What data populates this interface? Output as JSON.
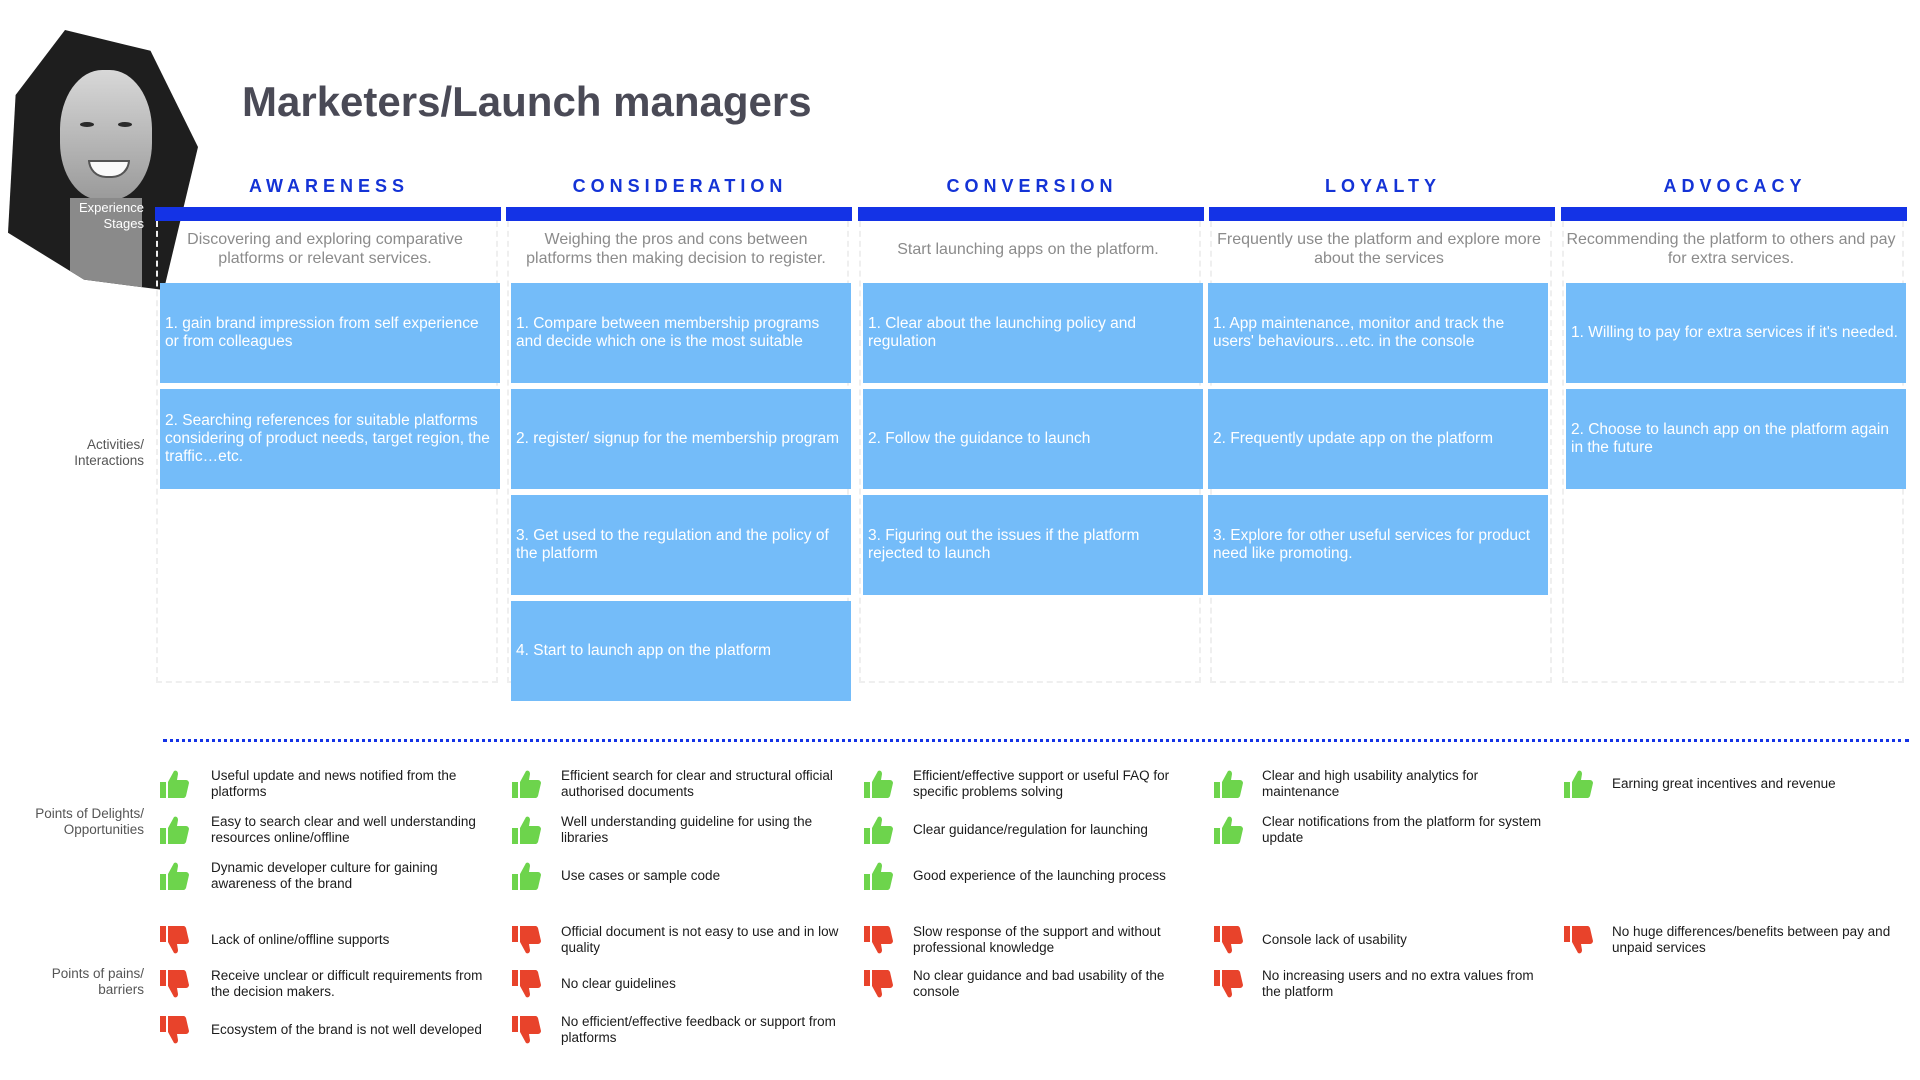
{
  "page_title": "Marketers/Launch managers",
  "row_labels": {
    "stages": "Experience Stages",
    "activities": "Activities/ Interactions",
    "delights": "Points of Delights/ Opportunities",
    "pains": "Points of pains/ barriers"
  },
  "colors": {
    "stage_blue": "#1433e6",
    "card_blue": "#74bcf9",
    "delight_green": "#6dd44c",
    "pain_red": "#e8432b"
  },
  "icons": {
    "delight": "thumbs-up-icon",
    "pain": "thumbs-down-icon"
  },
  "stages": [
    {
      "name": "AWARENESS",
      "description": "Discovering and exploring comparative platforms or relevant services.",
      "activities": [
        "1. gain brand impression from self experience or from colleagues",
        "2. Searching references for suitable platforms considering of product needs, target region, the traffic…etc."
      ],
      "delights": [
        "Useful update and news notified from the platforms",
        "Easy to search clear and well understanding resources online/offline",
        "Dynamic developer culture for gaining awareness of the brand"
      ],
      "pains": [
        "Lack of online/offline supports",
        "Receive unclear or difficult requirements from the decision makers.",
        "Ecosystem of the brand is not well developed"
      ]
    },
    {
      "name": "CONSIDERATION",
      "description": "Weighing the pros and cons between platforms then making decision to register.",
      "activities": [
        "1. Compare between membership programs and decide which one is the most suitable",
        "2. register/ signup for the membership program",
        "3. Get used to the regulation and the policy of the platform",
        "4. Start to launch app on the platform"
      ],
      "delights": [
        "Efficient search for clear and structural official authorised documents",
        "Well understanding guideline for using the libraries",
        "Use cases or sample code"
      ],
      "pains": [
        "Official document is not easy to use and in low quality",
        "No clear guidelines",
        "No efficient/effective feedback or support from platforms"
      ]
    },
    {
      "name": "CONVERSION",
      "description": "Start launching apps on the platform.",
      "activities": [
        "1. Clear about the launching policy and regulation",
        "2. Follow the guidance to launch",
        "3. Figuring out the issues if the platform rejected to launch"
      ],
      "delights": [
        "Efficient/effective support or useful FAQ for specific problems solving",
        "Clear guidance/regulation for launching",
        "Good experience of the launching process"
      ],
      "pains": [
        "Slow response of the support and without professional knowledge",
        "No clear guidance and bad usability of the console"
      ]
    },
    {
      "name": "LOYALTY",
      "description": "Frequently use the platform and explore more about the services",
      "activities": [
        "1. App maintenance, monitor and track the users' behaviours…etc. in the console",
        "2. Frequently update app on the platform",
        "3. Explore for other useful services for product need like promoting."
      ],
      "delights": [
        "Clear and high usability analytics for maintenance",
        "Clear notifications from the platform for system update"
      ],
      "pains": [
        "Console lack of usability",
        "No increasing users and no extra values from the platform"
      ]
    },
    {
      "name": "ADVOCACY",
      "description": "Recommending the platform to others and pay for extra services.",
      "activities": [
        "1. Willing to pay for extra services if it's needed.",
        "2. Choose to launch app on the platform again in the future"
      ],
      "delights": [
        "Earning great incentives and revenue"
      ],
      "pains": [
        "No huge differences/benefits between pay and unpaid services"
      ]
    }
  ]
}
